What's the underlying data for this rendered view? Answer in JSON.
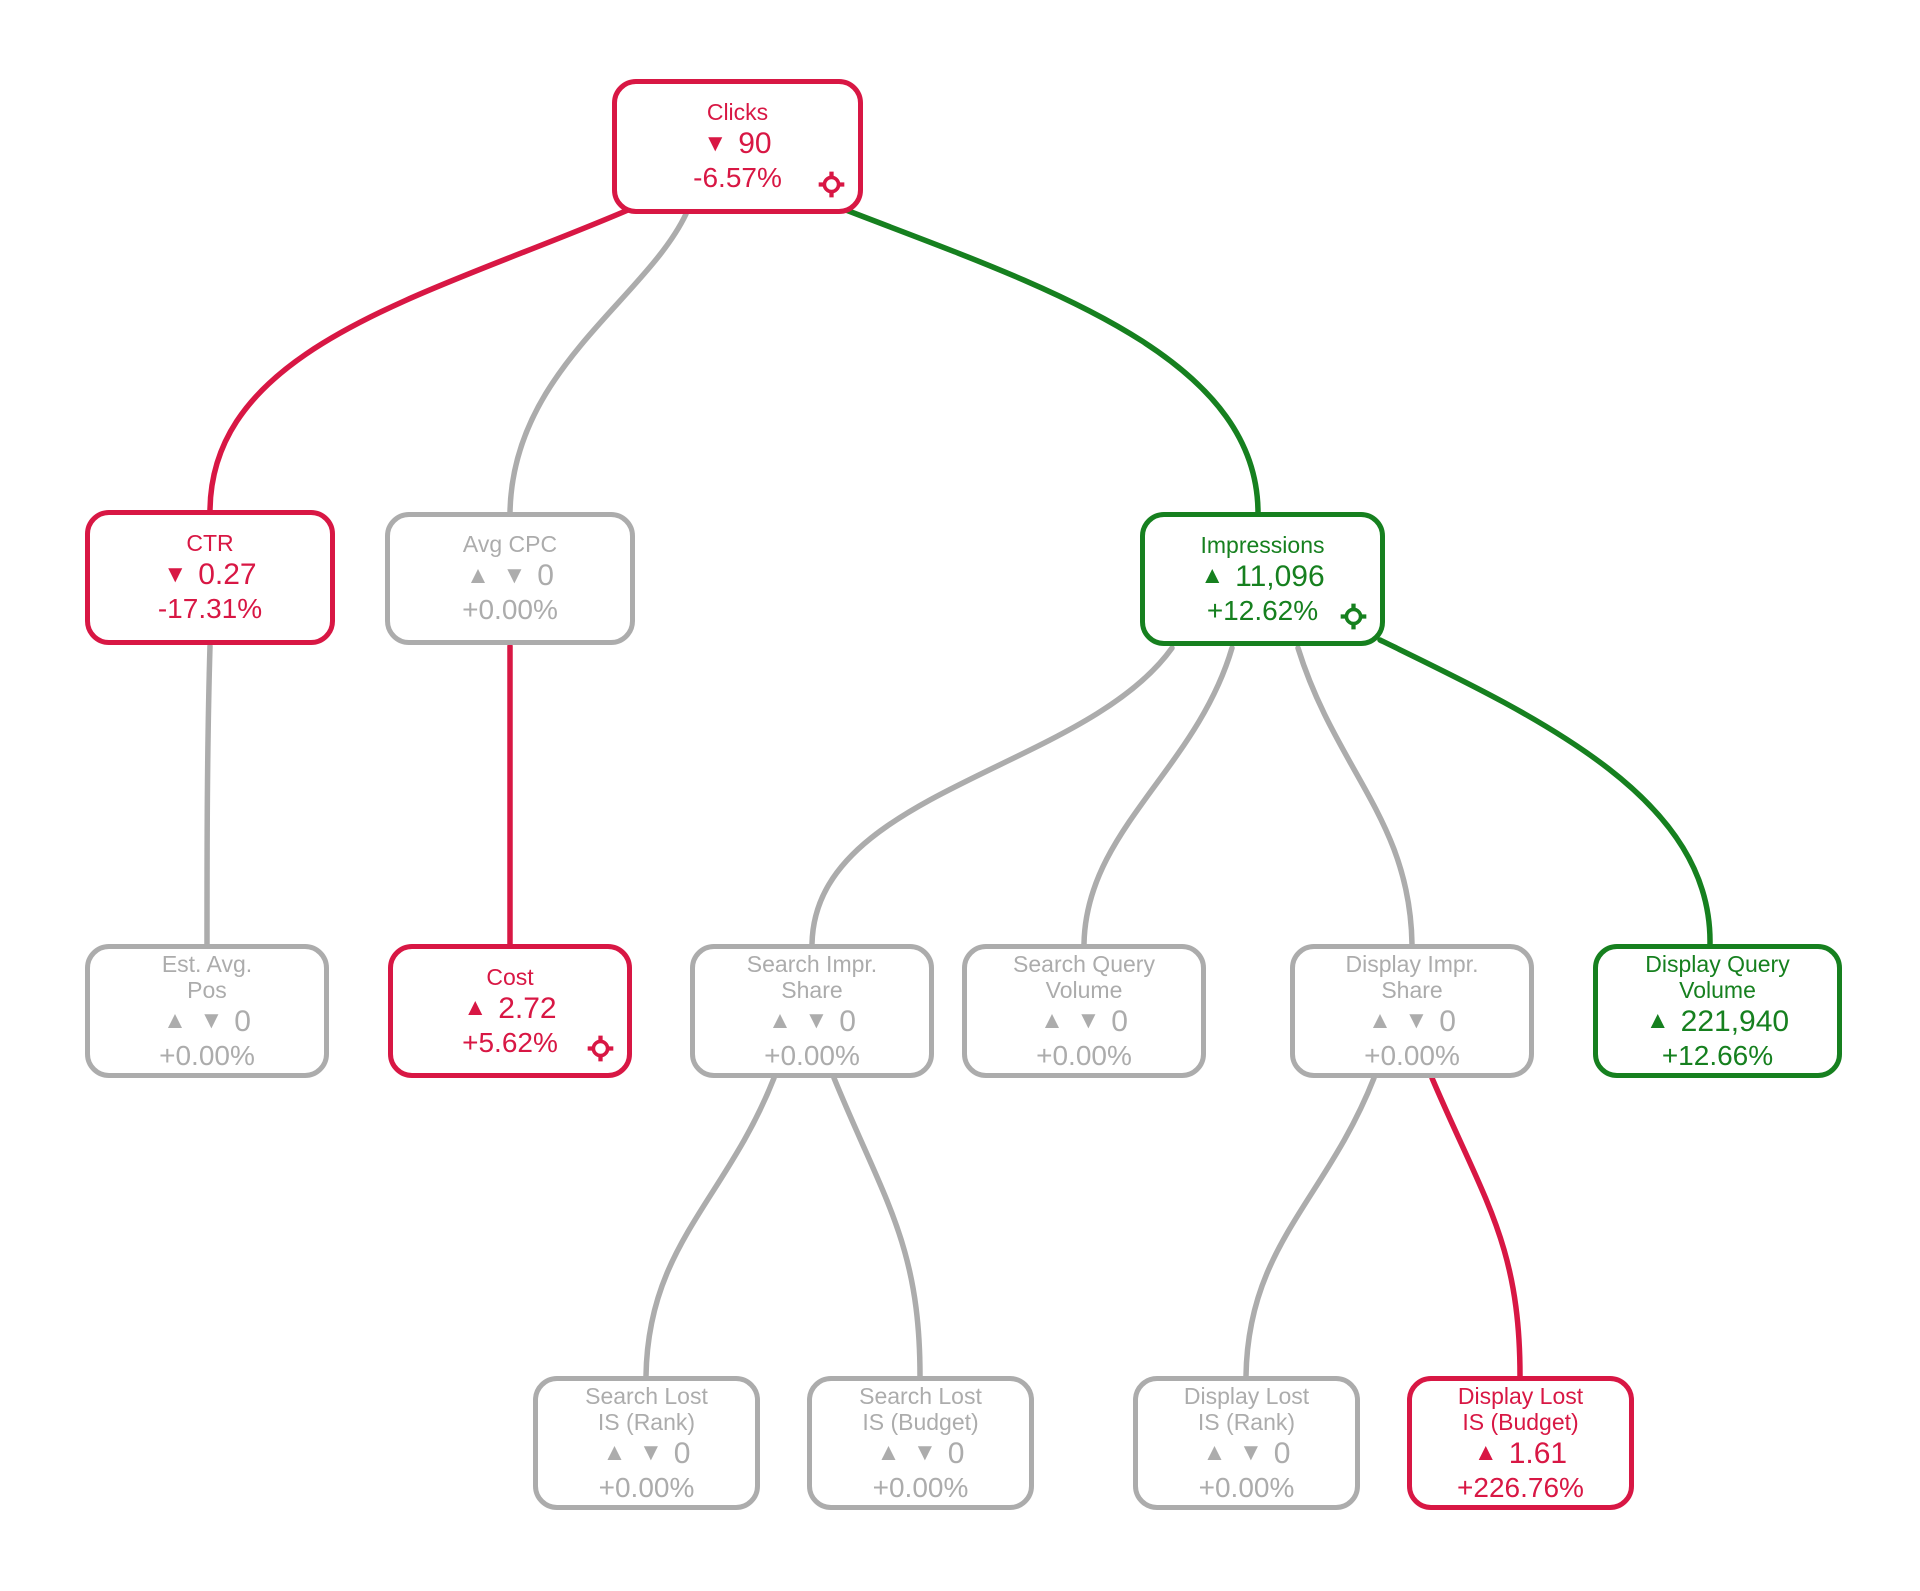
{
  "colors": {
    "negative": "#D81744",
    "positive": "#16801F",
    "neutral": "#ACACAC"
  },
  "tree": {
    "nodes": [
      {
        "id": "clicks",
        "title": "Clicks",
        "arrow": "▼",
        "value": "90",
        "delta": "-6.57%",
        "status": "negative",
        "move_icon": true
      },
      {
        "id": "ctr",
        "title": "CTR",
        "arrow": "▼",
        "value": "0.27",
        "delta": "-17.31%",
        "status": "negative",
        "move_icon": false
      },
      {
        "id": "avg-cpc",
        "title": "Avg CPC",
        "arrow": "▲ ▼",
        "value": "0",
        "delta": "+0.00%",
        "status": "neutral",
        "move_icon": false
      },
      {
        "id": "impressions",
        "title": "Impressions",
        "arrow": "▲",
        "value": "11,096",
        "delta": "+12.62%",
        "status": "positive",
        "move_icon": true
      },
      {
        "id": "est-avg-pos",
        "title": "Est. Avg.\nPos",
        "arrow": "▲ ▼",
        "value": "0",
        "delta": "+0.00%",
        "status": "neutral",
        "move_icon": false
      },
      {
        "id": "cost",
        "title": "Cost",
        "arrow": "▲",
        "value": "2.72",
        "delta": "+5.62%",
        "status": "negative",
        "move_icon": true
      },
      {
        "id": "search-impr-share",
        "title": "Search Impr.\nShare",
        "arrow": "▲ ▼",
        "value": "0",
        "delta": "+0.00%",
        "status": "neutral",
        "move_icon": false
      },
      {
        "id": "search-query-volume",
        "title": "Search Query\nVolume",
        "arrow": "▲ ▼",
        "value": "0",
        "delta": "+0.00%",
        "status": "neutral",
        "move_icon": false
      },
      {
        "id": "display-impr-share",
        "title": "Display Impr.\nShare",
        "arrow": "▲ ▼",
        "value": "0",
        "delta": "+0.00%",
        "status": "neutral",
        "move_icon": false
      },
      {
        "id": "display-query-volume",
        "title": "Display Query\nVolume",
        "arrow": "▲",
        "value": "221,940",
        "delta": "+12.66%",
        "status": "positive",
        "move_icon": false
      },
      {
        "id": "search-lost-is-rank",
        "title": "Search Lost\nIS (Rank)",
        "arrow": "▲ ▼",
        "value": "0",
        "delta": "+0.00%",
        "status": "neutral",
        "move_icon": false
      },
      {
        "id": "search-lost-is-budget",
        "title": "Search Lost\nIS (Budget)",
        "arrow": "▲ ▼",
        "value": "0",
        "delta": "+0.00%",
        "status": "neutral",
        "move_icon": false
      },
      {
        "id": "display-lost-is-rank",
        "title": "Display Lost\nIS (Rank)",
        "arrow": "▲ ▼",
        "value": "0",
        "delta": "+0.00%",
        "status": "neutral",
        "move_icon": false
      },
      {
        "id": "display-lost-is-budget",
        "title": "Display Lost\nIS (Budget)",
        "arrow": "▲",
        "value": "1.61",
        "delta": "+226.76%",
        "status": "negative",
        "move_icon": false
      }
    ],
    "links": [
      {
        "from": "clicks",
        "to": "ctr",
        "status": "negative"
      },
      {
        "from": "clicks",
        "to": "avg-cpc",
        "status": "neutral"
      },
      {
        "from": "clicks",
        "to": "impressions",
        "status": "positive"
      },
      {
        "from": "ctr",
        "to": "est-avg-pos",
        "status": "neutral"
      },
      {
        "from": "avg-cpc",
        "to": "cost",
        "status": "negative"
      },
      {
        "from": "impressions",
        "to": "search-impr-share",
        "status": "neutral"
      },
      {
        "from": "impressions",
        "to": "search-query-volume",
        "status": "neutral"
      },
      {
        "from": "impressions",
        "to": "display-impr-share",
        "status": "neutral"
      },
      {
        "from": "impressions",
        "to": "display-query-volume",
        "status": "positive"
      },
      {
        "from": "search-impr-share",
        "to": "search-lost-is-rank",
        "status": "neutral"
      },
      {
        "from": "search-impr-share",
        "to": "search-lost-is-budget",
        "status": "neutral"
      },
      {
        "from": "display-impr-share",
        "to": "display-lost-is-rank",
        "status": "neutral"
      },
      {
        "from": "display-impr-share",
        "to": "display-lost-is-budget",
        "status": "negative"
      }
    ]
  }
}
